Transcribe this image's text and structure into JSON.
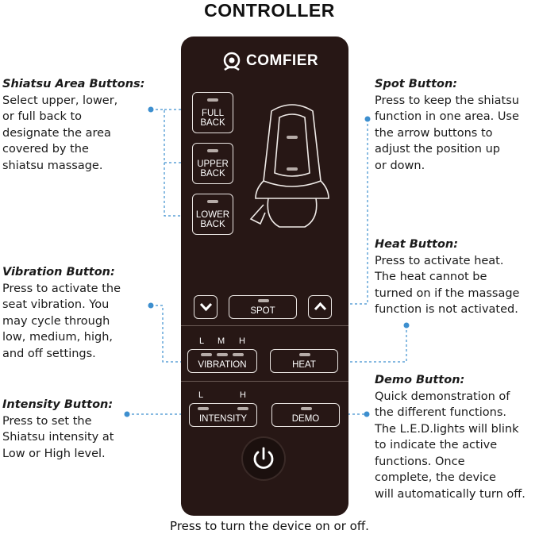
{
  "title": "CONTROLLER",
  "brand": {
    "logo_text": "COMFIER"
  },
  "annotations": {
    "shiatsu_area": {
      "heading": "Shiatsu Area Buttons:",
      "body": "Select upper, lower,\nor full back to\ndesignate the area\ncovered by the\nshiatsu massage."
    },
    "spot": {
      "heading": "Spot Button:",
      "body": "Press to keep the shiatsu\nfunction in one area. Use\nthe arrow buttons to\nadjust the position up\nor down."
    },
    "heat": {
      "heading": "Heat Button:",
      "body": "Press to activate heat.\nThe heat cannot be\nturned on if the massage\nfunction is not activated."
    },
    "vibration": {
      "heading": "Vibration Button:",
      "body": "Press to activate the\nseat vibration. You\nmay cycle through\nlow, medium, high,\nand off settings."
    },
    "intensity": {
      "heading": "Intensity Button:",
      "body": "Press to set the\nShiatsu intensity at\nLow or High level."
    },
    "demo": {
      "heading": "Demo Button:",
      "body": "Quick demonstration of\nthe different functions.\nThe L.E.D.lights will blink\nto indicate the active\nfunctions. Once\ncomplete, the device\nwill automatically turn off."
    },
    "power": {
      "body": "Press to turn the device on or off."
    }
  },
  "buttons": {
    "full_back": {
      "line1": "FULL",
      "line2": "BACK"
    },
    "upper_back": {
      "line1": "UPPER",
      "line2": "BACK"
    },
    "lower_back": {
      "line1": "LOWER",
      "line2": "BACK"
    },
    "spot": "SPOT",
    "vibration": "VIBRATION",
    "heat": "HEAT",
    "intensity": "INTENSITY",
    "demo": "DEMO"
  },
  "led_labels": {
    "vibration": [
      "L",
      "M",
      "H"
    ],
    "intensity": [
      "L",
      "H"
    ]
  },
  "icons": {
    "down_arrow": "chevron-down-icon",
    "up_arrow": "chevron-up-icon",
    "power": "power-icon",
    "seat": "massage-seat-icon"
  },
  "colors": {
    "remote_body": "#271715",
    "connector": "#3d8fcf"
  }
}
